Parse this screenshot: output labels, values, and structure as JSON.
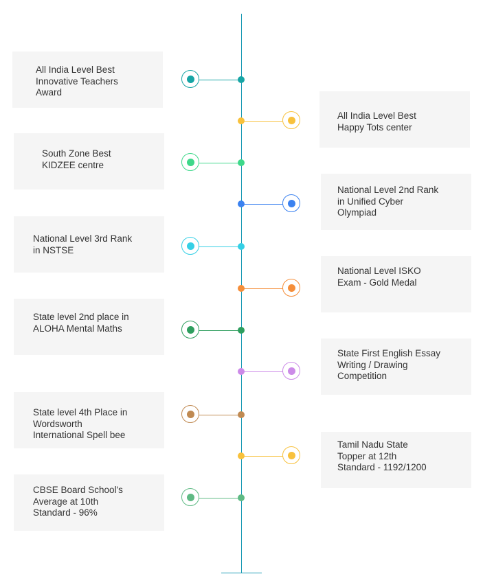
{
  "milestones": [
    {
      "text": "All India Level Best\nInnovative Teachers\nAward",
      "side": "left",
      "color": "#17a5a5"
    },
    {
      "text": "All India Level Best\nHappy Tots center",
      "side": "right",
      "color": "#f8c13c"
    },
    {
      "text": "South Zone Best\nKIDZEE centre",
      "side": "left",
      "color": "#3ed88a"
    },
    {
      "text": "National Level 2nd Rank\nin Unified Cyber\nOlympiad",
      "side": "right",
      "color": "#3b82f0"
    },
    {
      "text": "National Level 3rd Rank\nin NSTSE",
      "side": "left",
      "color": "#35d0e6"
    },
    {
      "text": "National Level ISKO\nExam - Gold Medal",
      "side": "right",
      "color": "#f58e3a"
    },
    {
      "text": "State level 2nd place in\nALOHA Mental Maths",
      "side": "left",
      "color": "#2e9e5e"
    },
    {
      "text": "State First English Essay\nWriting / Drawing\nCompetition",
      "side": "right",
      "color": "#cc8ae8"
    },
    {
      "text": "State level 4th Place in\nWordsworth\nInternational Spell bee",
      "side": "left",
      "color": "#c08a52"
    },
    {
      "text": "Tamil Nadu State\nTopper at 12th\nStandard - 1192/1200",
      "side": "right",
      "color": "#f8c13c"
    },
    {
      "text": "CBSE Board School's\nAverage at 10th\nStandard - 96%",
      "side": "left",
      "color": "#5fba84"
    }
  ]
}
